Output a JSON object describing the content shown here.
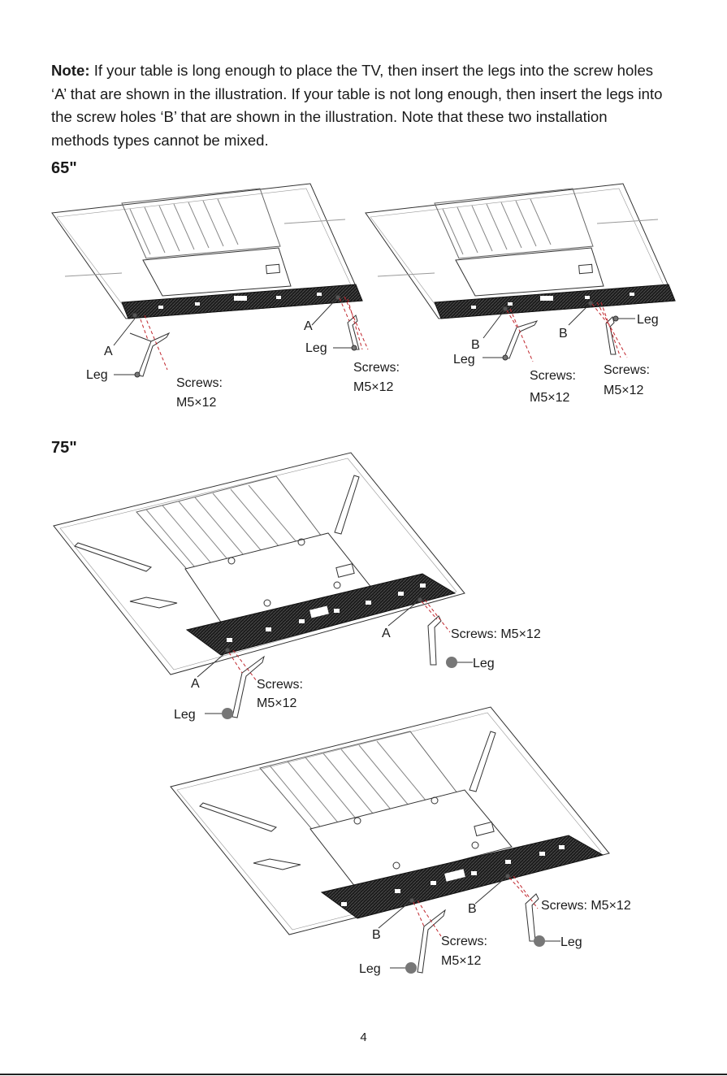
{
  "note": {
    "label": "Note:",
    "text": "If your table is long enough to place the TV, then insert the legs into the screw holes ‘A’ that are shown in the illustration. If your table is not long enough, then insert the legs into the screw holes ‘B’ that are shown in the illustration. Note that these two installation methods types cannot be mixed."
  },
  "sections": {
    "s65": "65\"",
    "s75": "75\""
  },
  "labels": {
    "a": "A",
    "b": "B",
    "leg": "Leg",
    "screws": "Screws:",
    "spec": "M5×12",
    "screws_inline": "Screws: M5×12"
  },
  "page_number": "4"
}
